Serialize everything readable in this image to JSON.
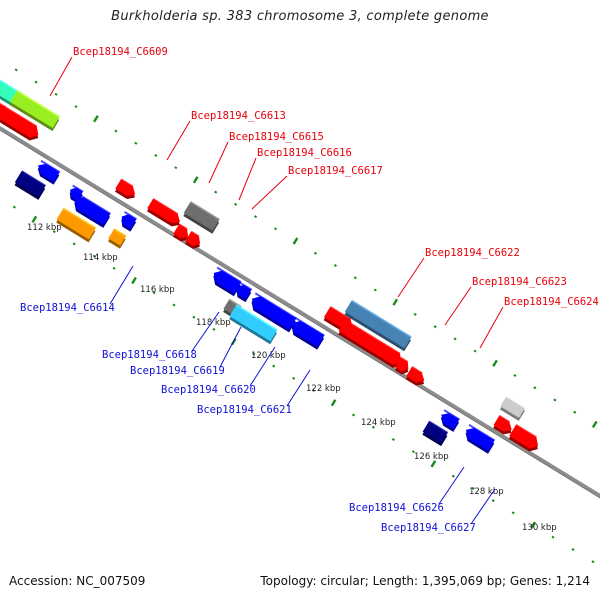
{
  "title": "Burkholderia sp. 383 chromosome 3, complete genome",
  "footer": {
    "accession": "Accession: NC_007509",
    "summary": "Topology: circular; Length: 1,395,069 bp; Genes: 1,214"
  },
  "colors": {
    "backbone": "#8c8c8c",
    "tick": "#1a8a1a",
    "forward_label": "#e8000b",
    "reverse_label": "#1010d8"
  },
  "scale_labels": [
    "112 kbp",
    "114 kbp",
    "116 kbp",
    "118 kbp",
    "120 kbp",
    "122 kbp",
    "124 kbp",
    "126 kbp",
    "128 kbp",
    "130 kbp"
  ],
  "forward_labels": [
    {
      "name": "Bcep18194_C6609"
    },
    {
      "name": "Bcep18194_C6613"
    },
    {
      "name": "Bcep18194_C6615"
    },
    {
      "name": "Bcep18194_C6616"
    },
    {
      "name": "Bcep18194_C6617"
    },
    {
      "name": "Bcep18194_C6622"
    },
    {
      "name": "Bcep18194_C6623"
    },
    {
      "name": "Bcep18194_C6624"
    }
  ],
  "reverse_labels": [
    {
      "name": "Bcep18194_C6614"
    },
    {
      "name": "Bcep18194_C6618"
    },
    {
      "name": "Bcep18194_C6619"
    },
    {
      "name": "Bcep18194_C6620"
    },
    {
      "name": "Bcep18194_C6621"
    },
    {
      "name": "Bcep18194_C6626"
    },
    {
      "name": "Bcep18194_C6627"
    }
  ],
  "feature_colors": {
    "cds_forward": "#ff0000",
    "cds_reverse": "#0000ff",
    "rna_teal": "#33ffbb",
    "lime": "#99ee22",
    "navy": "#000080",
    "orange": "#ff9900",
    "gray": "#6e6e6e",
    "cyan": "#33ccff",
    "steelblue": "#4682b4",
    "lightgray": "#cccccc"
  }
}
